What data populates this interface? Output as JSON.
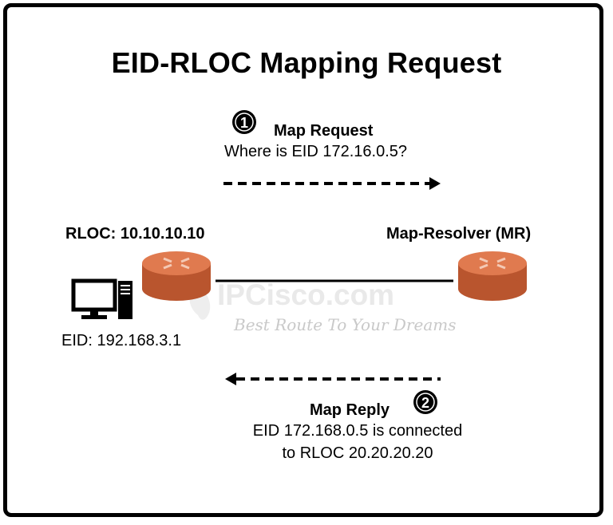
{
  "title": "EID-RLOC Mapping Request",
  "step1": {
    "number": "1",
    "label": "Map Request",
    "text": "Where is EID 172.16.0.5?"
  },
  "step2": {
    "number": "2",
    "label": "Map Reply",
    "text_line1": "EID 172.168.0.5 is connected",
    "text_line2": "to RLOC 20.20.20.20"
  },
  "left_router": {
    "label": "RLOC: 10.10.10.10",
    "icon": "router-icon"
  },
  "right_router": {
    "label": "Map-Resolver (MR)",
    "icon": "router-icon"
  },
  "host": {
    "label": "EID: 192.168.3.1",
    "icon": "desktop-computer-icon"
  },
  "watermark": {
    "brand": "IPCisco.com",
    "tagline": "Best Route To Your Dreams"
  },
  "colors": {
    "router": "#e07a4f",
    "router_dark": "#b9552e",
    "line": "#000000"
  }
}
